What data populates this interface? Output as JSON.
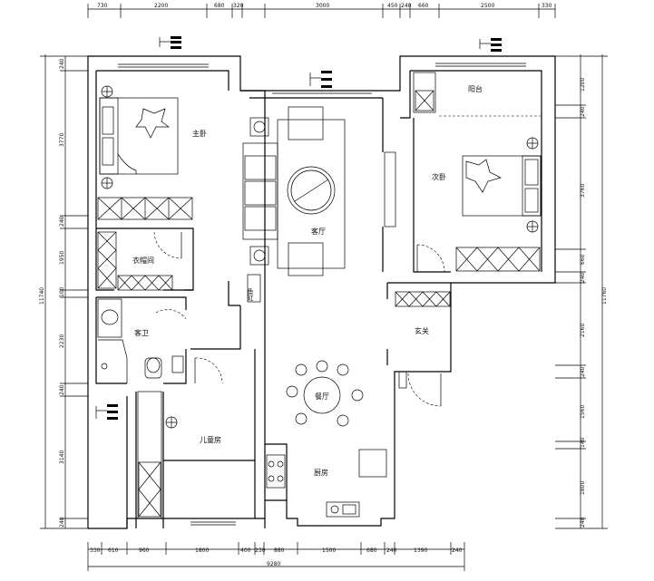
{
  "dimensions": {
    "top": [
      "730",
      "2200",
      "680",
      "320",
      "3000",
      "450",
      "240",
      "660",
      "2500",
      "330"
    ],
    "bottom_row1": [
      "330",
      "610",
      "960",
      "1800",
      "400",
      "230",
      "880",
      "1500",
      "680",
      "240",
      "1390",
      "240"
    ],
    "bottom_total": "9280",
    "left_rows": [
      "240",
      "3770",
      "240",
      "1950",
      "100",
      "2230",
      "240",
      "3140",
      "240"
    ],
    "left_total": "11740",
    "right_rows": [
      "1200",
      "240",
      "3760",
      "660",
      "240",
      "2160",
      "240",
      "1560",
      "140",
      "1800",
      "240"
    ],
    "right_total": "11760"
  },
  "rooms": {
    "master_bedroom": "主卧",
    "walk_in_closet": "衣帽间",
    "guest_bathroom": "客卫",
    "kids_room": "儿童房",
    "living_room": "客厅",
    "dining_room": "餐厅",
    "kitchen": "厨房",
    "balcony": "阳台",
    "second_bedroom": "次卧",
    "entrance": "玄关"
  },
  "fish_tank_label": "鱼缸"
}
